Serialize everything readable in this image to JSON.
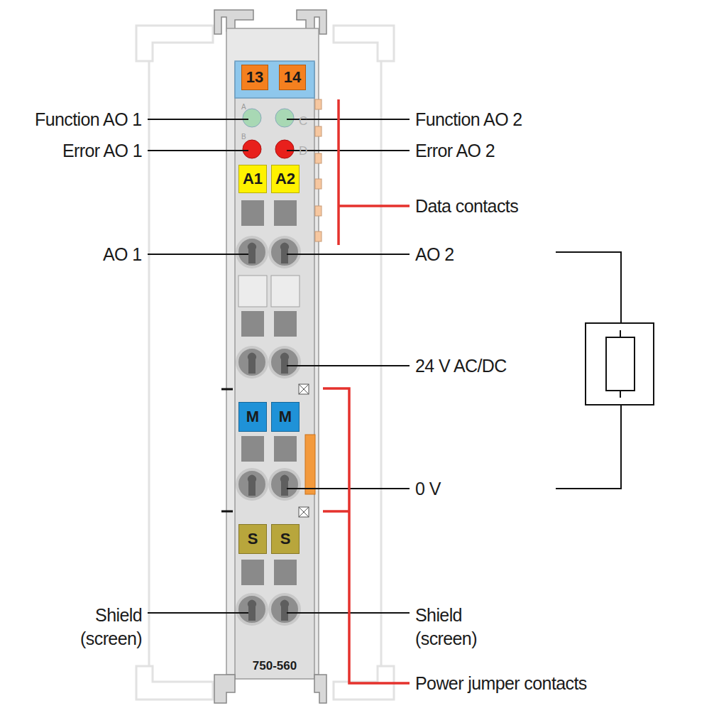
{
  "diagram": {
    "nodes": [
      {
        "text": [
          "750-560"
        ]
      },
      {
        "text": [
          "13"
        ],
        "in": 0
      },
      {
        "text": [
          "14"
        ],
        "in": 0
      },
      {
        "text": [
          "A1"
        ],
        "in": 0
      },
      {
        "text": [
          "A2"
        ],
        "in": 0
      },
      {
        "text": [
          "M"
        ],
        "in": 0
      },
      {
        "text": [
          "M"
        ],
        "in": 0
      },
      {
        "text": [
          "S"
        ],
        "in": 0
      },
      {
        "text": [
          "S"
        ],
        "in": 0
      }
    ],
    "labels": [
      "Function AO 1",
      "Error AO 1",
      "AO 1",
      "Shield (screen)",
      "Function AO 2",
      "Error AO 2",
      "Data contacts",
      "AO 2",
      "24 V AC/DC",
      "0 V",
      "Shield (screen)",
      "Power jumper contacts",
      "A",
      "B",
      "C",
      "D"
    ]
  }
}
